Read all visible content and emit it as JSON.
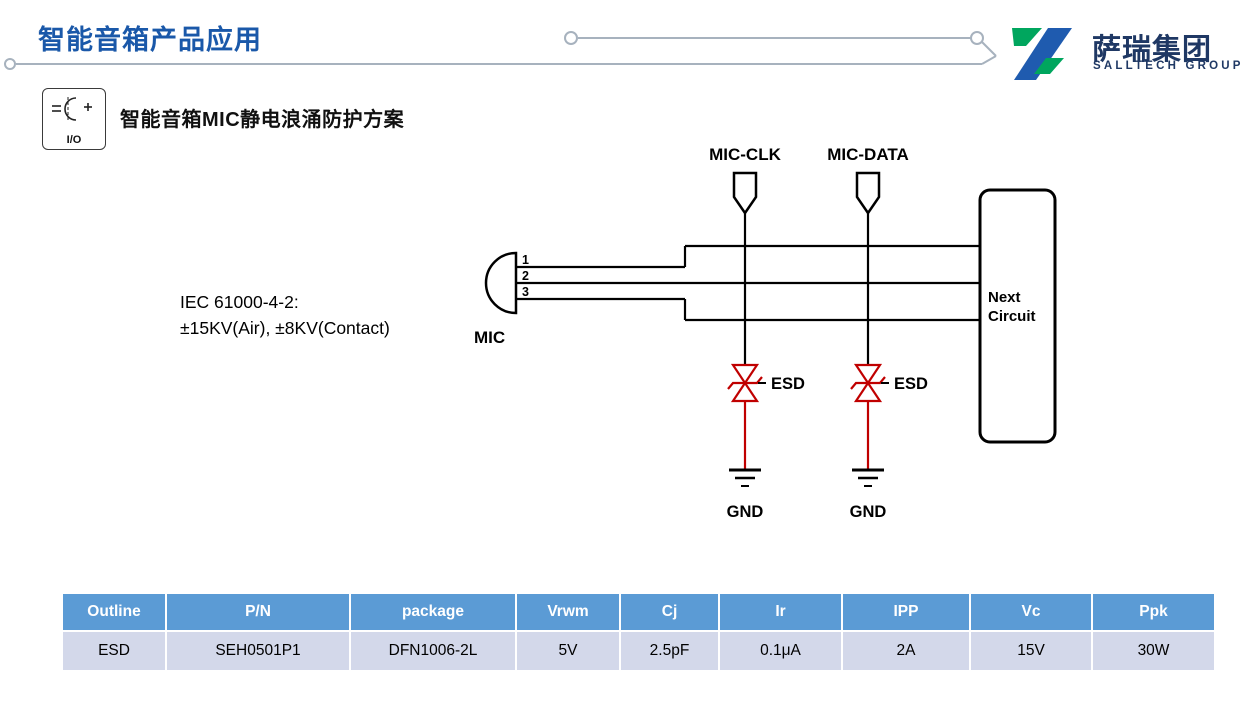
{
  "page_title": "智能音箱产品应用",
  "logo": {
    "name": "萨瑞集团",
    "subtitle": "SALLTECH GROUP"
  },
  "section": {
    "icon_label": "I/O",
    "title": "智能音箱MIC静电浪涌防护方案"
  },
  "diagram": {
    "iec_line1": "IEC 61000-4-2:",
    "iec_line2": "±15KV(Air), ±8KV(Contact)",
    "mic_label": "MIC",
    "pin1": "1",
    "pin2": "2",
    "pin3": "3",
    "signal_clk": "MIC-CLK",
    "signal_data": "MIC-DATA",
    "esd1": "ESD",
    "esd2": "ESD",
    "gnd1": "GND",
    "gnd2": "GND",
    "next1": "Next",
    "next2": "Circuit"
  },
  "table": {
    "headers": [
      "Outline",
      "P/N",
      "package",
      "Vrwm",
      "Cj",
      "Ir",
      "IPP",
      "Vc",
      "Ppk"
    ],
    "row": [
      "ESD",
      "SEH0501P1",
      "DFN1006-2L",
      "5V",
      "2.5pF",
      "0.1μA",
      "2A",
      "15V",
      "30W"
    ]
  },
  "colors": {
    "title_blue": "#1A58A9",
    "table_header_blue": "#5B9BD5",
    "table_row_bg": "#D3D8EA",
    "diode_red": "#C00000",
    "logo_navy": "#1F3864",
    "logo_green": "#00A65E"
  }
}
